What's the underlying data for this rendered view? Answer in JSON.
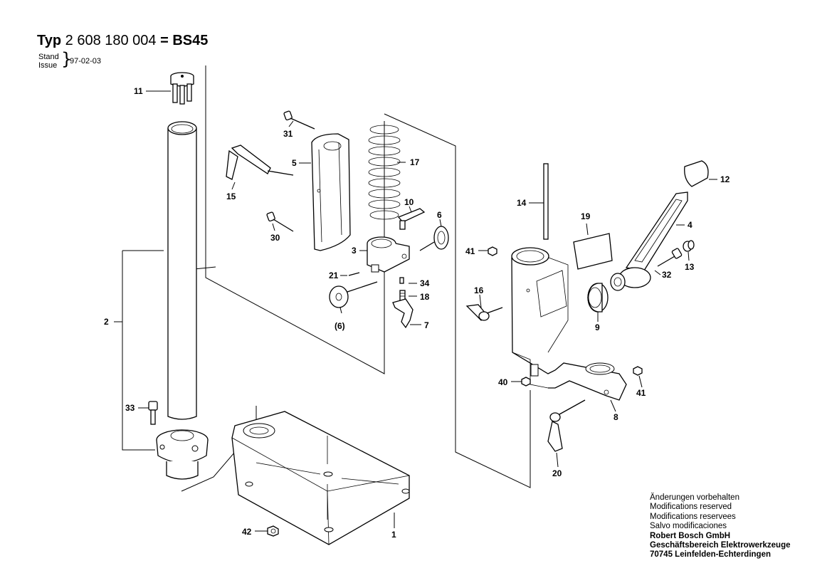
{
  "header": {
    "prefix": "Typ",
    "number": "2 608 180 004",
    "equals": "=",
    "model": "BS45"
  },
  "issue": {
    "label_line1": "Stand",
    "label_line2": "Issue",
    "date": "97-02-03"
  },
  "footer": {
    "lines": [
      "Änderungen vorbehalten",
      "Modifications reserved",
      "Modifications reservees",
      "Salvo modificaciones"
    ],
    "company": "Robert Bosch GmbH",
    "division": "Geschäftsbereich Elektrowerkzeuge",
    "address": "70745 Leinfelden-Echterdingen"
  },
  "callouts": {
    "c11": "11",
    "c31": "31",
    "c5": "5",
    "c17": "17",
    "c15": "15",
    "c10": "10",
    "c6": "6",
    "c30": "30",
    "c3": "3",
    "c21": "21",
    "c34": "34",
    "c18": "18",
    "c6b": "(6)",
    "c7": "7",
    "c2": "2",
    "c33": "33",
    "c14": "14",
    "c19": "19",
    "c12": "12",
    "c4": "4",
    "c41a": "41",
    "c32": "32",
    "c13": "13",
    "c16": "16",
    "c9": "9",
    "c40": "40",
    "c41b": "41",
    "c8": "8",
    "c20": "20",
    "c42": "42",
    "c1": "1"
  }
}
